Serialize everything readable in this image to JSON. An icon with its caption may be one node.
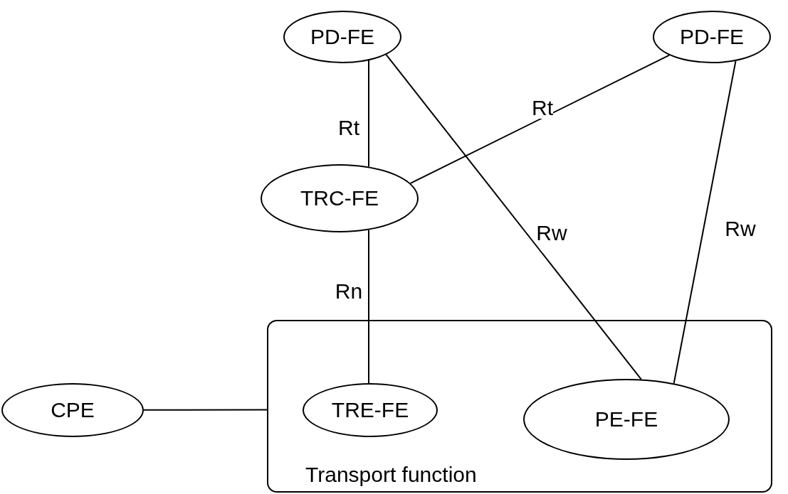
{
  "diagram": {
    "nodes": [
      {
        "text": [
          "PD-FE"
        ]
      },
      {
        "text": [
          "PD-FE"
        ]
      },
      {
        "text": [
          "TRC-FE"
        ]
      },
      {
        "text": [
          "Transport function"
        ]
      },
      {
        "text": [
          "TRE-FE"
        ],
        "in": 3
      },
      {
        "text": [
          "PE-FE"
        ],
        "in": 3
      },
      {
        "text": [
          "CPE"
        ]
      }
    ],
    "edges": [
      {
        "from": 0,
        "to": 2,
        "arrow": "none",
        "label": "Rt"
      },
      {
        "from": 1,
        "to": 2,
        "arrow": "none",
        "label": "Rt"
      },
      {
        "from": 0,
        "to": 5,
        "arrow": "none",
        "label": "Rw"
      },
      {
        "from": 1,
        "to": 5,
        "arrow": "none",
        "label": "Rw"
      },
      {
        "from": 2,
        "to": 4,
        "arrow": "none",
        "label": "Rn"
      },
      {
        "from": 6,
        "to": 3,
        "arrow": "none"
      }
    ]
  }
}
